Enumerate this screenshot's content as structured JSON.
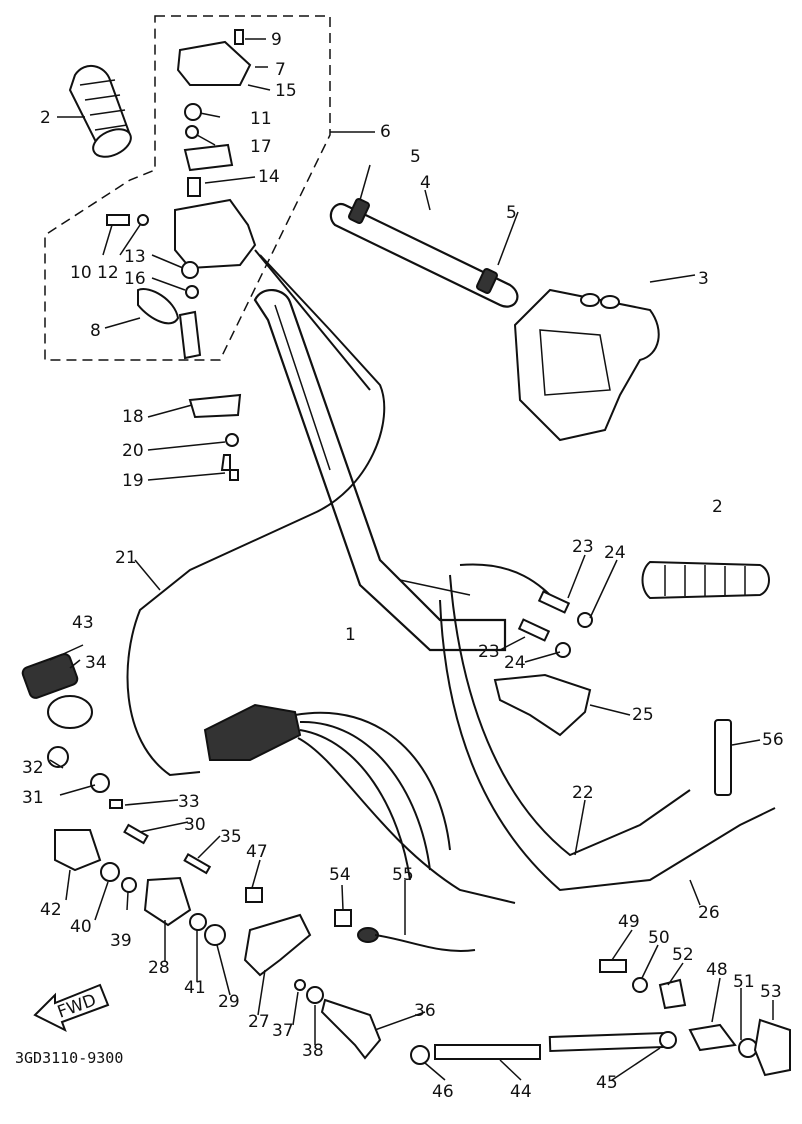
{
  "drawing_code": "3GD3110-9300",
  "fwd_label": "FWD",
  "callouts": [
    "1",
    "2",
    "2",
    "3",
    "4",
    "5",
    "5",
    "6",
    "7",
    "8",
    "9",
    "10",
    "11",
    "12",
    "13",
    "14",
    "15",
    "16",
    "17",
    "18",
    "19",
    "20",
    "21",
    "22",
    "23",
    "23",
    "24",
    "24",
    "25",
    "26",
    "27",
    "28",
    "29",
    "30",
    "31",
    "32",
    "33",
    "34",
    "35",
    "36",
    "37",
    "38",
    "39",
    "40",
    "41",
    "42",
    "43",
    "44",
    "45",
    "46",
    "47",
    "48",
    "49",
    "50",
    "51",
    "52",
    "53",
    "54",
    "55",
    "56"
  ]
}
